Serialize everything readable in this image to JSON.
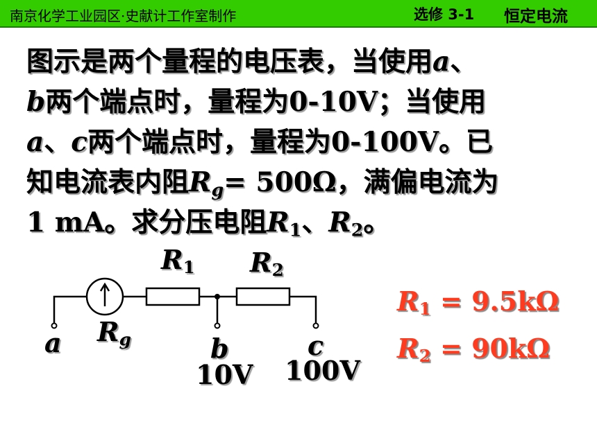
{
  "header": {
    "left": "南京化学工业园区·史献计工作室制作",
    "course": "选修 3-1",
    "topic": "恒定电流"
  },
  "problem": {
    "l1_text": "图示是两个量程的电压表，当使用",
    "l1_var": "a",
    "l1_tail": "、",
    "l2_var": "b",
    "l2_text": "两个端点时，量程为0-10V；当使用",
    "l3_var_a": "a",
    "l3_sep": "、",
    "l3_var_c": "c",
    "l3_text": "两个端点时，量程为0-100V。已",
    "l4_text": "知电流表内阻",
    "l4_var": "R",
    "l4_sub": "g",
    "l4_tail": "= 500Ω，满偏电流为",
    "l5_text": "1 mA。求分压电阻",
    "l5_r1": "R",
    "l5_r1_sub": "1",
    "l5_sep": "、",
    "l5_r2": "R",
    "l5_r2_sub": "2",
    "l5_end": "。"
  },
  "circuit": {
    "r1_label": "R",
    "r1_sub": "1",
    "r2_label": "R",
    "r2_sub": "2",
    "rg_label": "R",
    "rg_sub": "g",
    "terminal_a": "a",
    "terminal_b": "b",
    "terminal_c": "c",
    "range_b": "10V",
    "range_c": "100V"
  },
  "answers": {
    "r1": {
      "var": "R",
      "sub": "1",
      "value": " = 9.5kΩ"
    },
    "r2": {
      "var": "R",
      "sub": "2",
      "value": " = 90kΩ"
    }
  },
  "colors": {
    "header_bg": "#33cc00",
    "answer": "#ff3b1f"
  }
}
